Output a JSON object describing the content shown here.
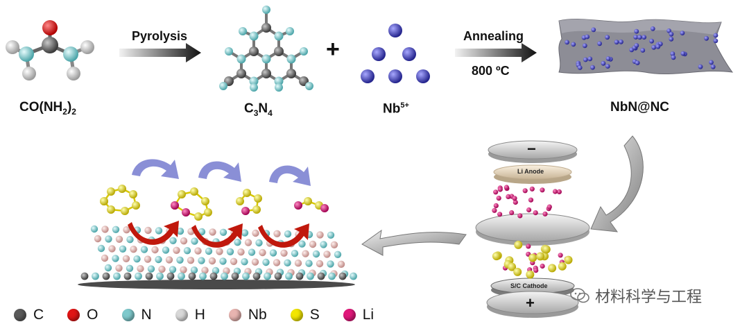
{
  "steps": {
    "step1": {
      "label": "Pyrolysis"
    },
    "step2": {
      "label_line1": "Annealing",
      "label_line2": "800 ºC"
    }
  },
  "captions": {
    "urea": {
      "main": "CO(NH",
      "sub1": "2",
      "close": ")",
      "sub2": "2"
    },
    "c3n4": {
      "c": "C",
      "sub3": "3",
      "n": "N",
      "sub4": "4"
    },
    "nb": {
      "main": "Nb",
      "sup": "5+"
    },
    "nbnc": "NbN@NC",
    "plus": "+"
  },
  "battery": {
    "minus": "−",
    "anode": "Li Anode",
    "cathode": "S/C Cathode",
    "plus": "+"
  },
  "legend": [
    {
      "symbol": "C",
      "color": "#5a5a5a"
    },
    {
      "symbol": "O",
      "color": "#e01414"
    },
    {
      "symbol": "N",
      "color": "#7ec9cc"
    },
    {
      "symbol": "H",
      "color": "#d8d8d8"
    },
    {
      "symbol": "Nb",
      "color": "#e8b4b0"
    },
    {
      "symbol": "S",
      "color": "#f2e600"
    },
    {
      "symbol": "Li",
      "color": "#e0187a"
    }
  ],
  "watermark": "材料科学与工程",
  "colors": {
    "arrow": "#222222",
    "nb_ion": "#3d3dc2",
    "sheet": "#8d8d96",
    "curved_arrow": "#8a8fd6",
    "red_arrow": "#c0180c"
  }
}
